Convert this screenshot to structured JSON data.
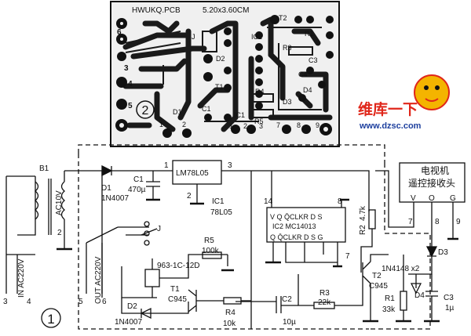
{
  "pcb": {
    "title": "HWUKQ.PCB",
    "size": "5.20x3.60CM",
    "badge": "2",
    "labels": {
      "j": "J",
      "ic2": "IC2",
      "t2": "T2",
      "r1": "R1",
      "r3": "R3",
      "d2": "D2",
      "c3": "C3",
      "c4": "C4",
      "t1": "T1",
      "r4": "R4",
      "d3": "D3",
      "d4": "D4",
      "r5": "R5",
      "ic1": "IC1",
      "d1": "D1",
      "c1": "C1",
      "p1": "1",
      "p2": "2",
      "p3": "3",
      "p4": "4",
      "p5": "5",
      "p6": "6",
      "p7": "7",
      "p8": "8",
      "p9": "9",
      "p1b": "1",
      "p2b": "2",
      "p3b": "3"
    }
  },
  "watermark": {
    "cn": "维库一下",
    "url": "www.dzsc.com",
    "colors": {
      "red": "#e0261a",
      "blue": "#1d3f9e"
    }
  },
  "schematic": {
    "badge": "1",
    "b1": "B1",
    "ac10v": "AC10V",
    "d1": "D1",
    "d1_part": "1N4007",
    "c1": "C1",
    "c1_val": "470µ",
    "reg": "LM78L05",
    "ic1": "IC1",
    "ic1_part": "78L05",
    "pin1": "1",
    "pin2": "2",
    "pin3": "3",
    "pin14": "14",
    "pin8": "8",
    "pin7": "7",
    "ic2_top": "V  Q  Q̄CLKR  D  S",
    "ic2_name": "IC2  MC14013",
    "ic2_bot": "Q  Q̄CLKR  D  S  G",
    "r2": "R2",
    "r2_val": "4.7k",
    "receiver_l1": "电视机",
    "receiver_l2": "遥控接收头",
    "rv": "V",
    "ro": "O",
    "rg": "G",
    "rp7": "7",
    "rp8": "8",
    "rp9": "9",
    "in_label": "IN  AC220V",
    "out_label": "OUT  AC220V",
    "t3": "3",
    "t4": "4",
    "t5": "5",
    "t6": "6",
    "t2p": "2",
    "relay_j": "J",
    "relay_part": "963-1C-12D",
    "r5": "R5",
    "r5_val": "100k",
    "d2": "D2",
    "d2_part": "1N4007",
    "t1": "T1",
    "t1_part": "C945",
    "r4": "R4",
    "r4_val": "10k",
    "c2": "C2",
    "c2_val": "10µ",
    "r3": "R3",
    "r3_val": "22k",
    "t2": "T2",
    "t2_part": "C945",
    "r1": "R1",
    "r1_val": "33k",
    "d3": "D3",
    "d3_part": "1N4148 x2",
    "d4": "D4",
    "c3": "C3",
    "c3_val": "1µ"
  }
}
